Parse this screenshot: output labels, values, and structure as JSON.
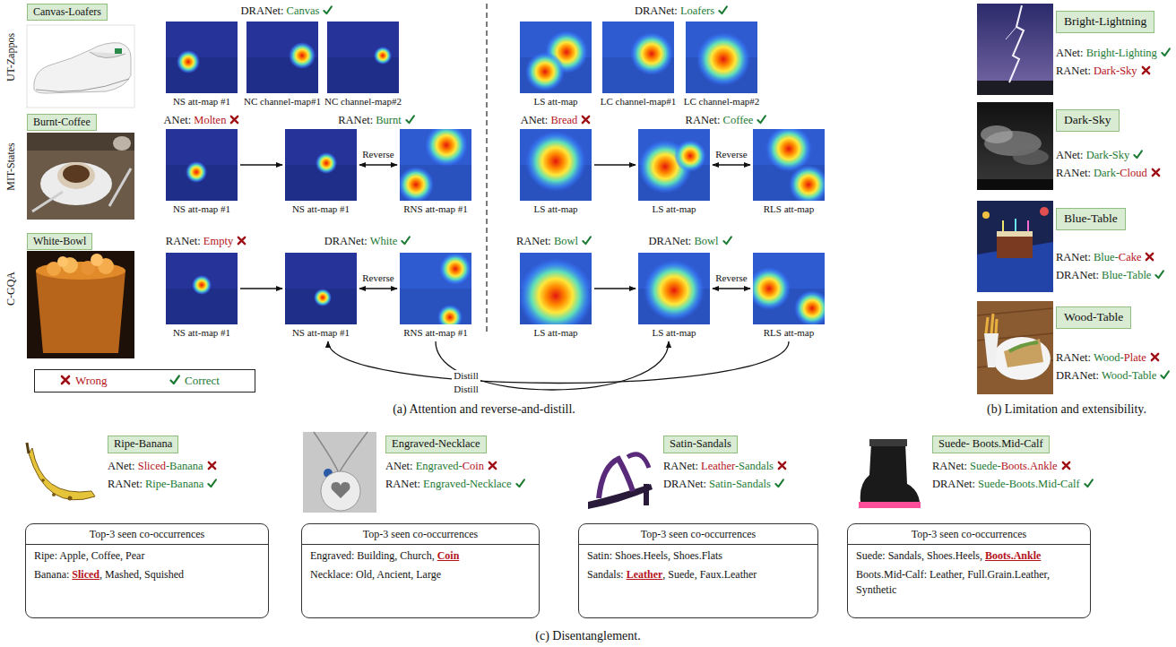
{
  "diagram": {
    "nodes": [
      {
        "text": [
          "Canvas-Loafers"
        ]
      },
      {
        "text": [
          "NS att-map #1"
        ]
      },
      {
        "text": [
          "NC channel-map#1"
        ]
      },
      {
        "text": [
          "NC channel-map#2"
        ]
      },
      {
        "text": [
          "LS att-map"
        ]
      },
      {
        "text": [
          "LC channel-map#1"
        ]
      },
      {
        "text": [
          "LC channel-map#2"
        ]
      },
      {
        "text": [
          "Burnt-Coffee"
        ]
      },
      {
        "text": [
          "NS att-map #1"
        ]
      },
      {
        "text": [
          "NS att-map #1"
        ]
      },
      {
        "text": [
          "RNS att-map #1"
        ]
      },
      {
        "text": [
          "LS att-map"
        ]
      },
      {
        "text": [
          "LS att-map"
        ]
      },
      {
        "text": [
          "RLS att-map"
        ]
      },
      {
        "text": [
          "White-Bowl"
        ]
      },
      {
        "text": [
          "NS att-map #1"
        ]
      },
      {
        "text": [
          "NS att-map #1"
        ]
      },
      {
        "text": [
          "RNS att-map #1"
        ]
      },
      {
        "text": [
          "LS att-map"
        ]
      },
      {
        "text": [
          "LS att-map"
        ]
      },
      {
        "text": [
          "RLS att-map"
        ]
      },
      {
        "text": [
          "Bright-Lightning"
        ]
      },
      {
        "text": [
          "Dark-Sky"
        ]
      },
      {
        "text": [
          "Blue-Table"
        ]
      },
      {
        "text": [
          "Wood-Table"
        ]
      },
      {
        "text": [
          "Ripe-Banana"
        ]
      },
      {
        "text": [
          "Top-3 seen co-occurrences",
          "Ripe: Apple, Coffee, Pear",
          "Banana:",
          "Sliced",
          ", Mashed, Squished"
        ]
      },
      {
        "text": [
          "Engraved-Necklace"
        ]
      },
      {
        "text": [
          "Top-3 seen co-occurrences",
          "Engraved: Building, Church,",
          "Coin",
          "Necklace: Old, Ancient, Large"
        ]
      },
      {
        "text": [
          "Satin-Sandals"
        ]
      },
      {
        "text": [
          "Top-3 seen co-occurrences",
          "Satin: Shoes.Heels, Shoes.Flats",
          "Sandals:",
          "Leather",
          ", Suede, Faux.Leather"
        ]
      },
      {
        "text": [
          "Suede- Boots.Mid-Calf"
        ]
      },
      {
        "text": [
          "Top-3 seen co-occurrences",
          "Suede: Sandals, Shoes.Heels,",
          "Boots.Ankle",
          "Boots.Mid-Calf: Leather, Full.Grain.Leather, Synthetic"
        ]
      }
    ],
    "edges": [
      {
        "from": 8,
        "to": 9,
        "arrow": "to"
      },
      {
        "from": 9,
        "to": 10,
        "arrow": "both",
        "label": "Reverse"
      },
      {
        "from": 11,
        "to": 12,
        "arrow": "to"
      },
      {
        "from": 12,
        "to": 13,
        "arrow": "both",
        "label": "Reverse"
      },
      {
        "from": 15,
        "to": 16,
        "arrow": "to"
      },
      {
        "from": 16,
        "to": 17,
        "arrow": "both",
        "label": "Reverse"
      },
      {
        "from": 18,
        "to": 19,
        "arrow": "to"
      },
      {
        "from": 19,
        "to": 20,
        "arrow": "both",
        "label": "Reverse"
      },
      {
        "from": 20,
        "to": 16,
        "arrow": "to",
        "label": "Distill"
      },
      {
        "from": 17,
        "to": 19,
        "arrow": "to",
        "label": "Distill"
      }
    ],
    "labels": [
      "UT-Zappos",
      "MIT-States",
      "C-GQA",
      "DRANet:",
      "Canvas",
      "DRANet:",
      "Loafers",
      "ANet:",
      "Molten",
      "RANet:",
      "Burnt",
      "ANet:",
      "Bread",
      "RANet:",
      "Coffee",
      "RANet:",
      "Empty",
      "DRANet:",
      "White",
      "RANet:",
      "Bowl",
      "DRANet:",
      "Bowl",
      "ANet:",
      "Bright-Lighting",
      "RANet:",
      "Dark-Sky",
      "ANet:",
      "Dark-Sky",
      "RANet:",
      "Dark-",
      "Cloud",
      "RANet:",
      "Blue-",
      "Cake",
      "DRANet:",
      "Blue-Table",
      "RANet:",
      "Wood-",
      "Plate",
      "DRANet:",
      "Wood-Table",
      "ANet:",
      "Sliced",
      "-Banana",
      "RANet:",
      "Ripe-Banana",
      "ANet:",
      "Engraved-",
      "Coin",
      "RANet:",
      "Engraved-Necklace",
      "RANet:",
      "Leather",
      "-Sandals",
      "DRANet:",
      "Satin-Sandals",
      "RANet:",
      "Suede-",
      "Boots.Ankle",
      "DRANet:",
      "Suede-Boots.Mid-Calf",
      "(a) Attention and reverse-and-distill.",
      "(b) Limitation and extensibility.",
      "(c) Disentanglement."
    ],
    "legend": [
      {
        "text": "Wrong"
      },
      {
        "text": "Correct"
      }
    ]
  }
}
